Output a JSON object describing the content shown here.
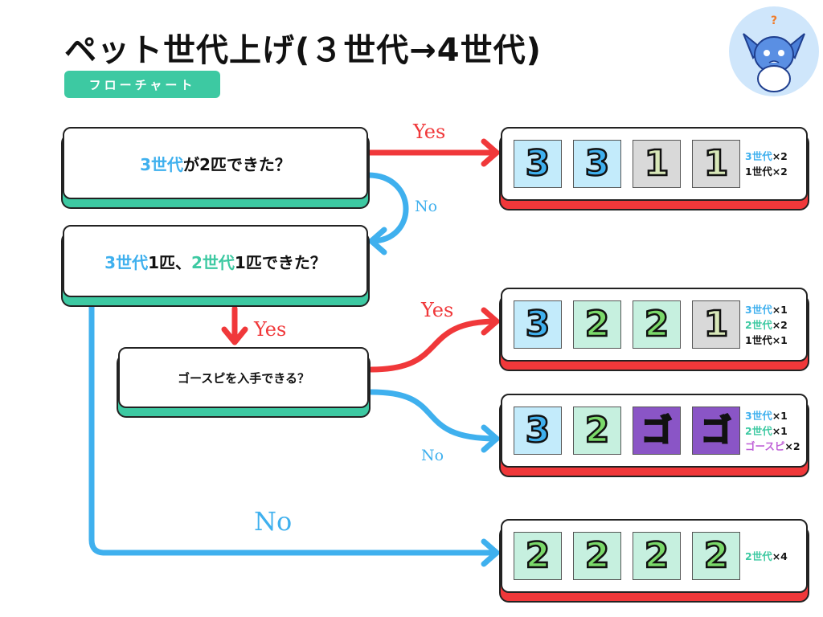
{
  "title": "ペット世代上げ(３世代→4世代)",
  "tag": "フローチャート",
  "colors": {
    "blue": "#3fb0ee",
    "green": "#3dc9a2",
    "red": "#f0383a",
    "purple": "#c062d8"
  },
  "questions": {
    "q1": {
      "a": "3世代",
      "b": "が2匹できた？"
    },
    "q2": {
      "a": "3世代",
      "b": "1匹、",
      "c": "2世代",
      "d": "1匹できた？"
    },
    "q3": "ゴースピを入手できる？"
  },
  "arrow_labels": {
    "yes1": "Yes",
    "no1": "No",
    "yes2": "Yes",
    "yes3": "Yes",
    "no3": "No",
    "no2": "No"
  },
  "results": [
    {
      "slots": [
        "3",
        "3",
        "1",
        "1"
      ],
      "counts": [
        {
          "label": "3世代",
          "mult": "×2"
        },
        {
          "label": "1世代",
          "mult": "×2"
        }
      ]
    },
    {
      "slots": [
        "3",
        "2",
        "2",
        "1"
      ],
      "counts": [
        {
          "label": "3世代",
          "mult": "×1"
        },
        {
          "label": "2世代",
          "mult": "×2"
        },
        {
          "label": "1世代",
          "mult": "×1"
        }
      ]
    },
    {
      "slots": [
        "3",
        "2",
        "ゴ",
        "ゴ"
      ],
      "counts": [
        {
          "label": "3世代",
          "mult": "×1"
        },
        {
          "label": "2世代",
          "mult": "×1"
        },
        {
          "label": "ゴースピ",
          "mult": "×2"
        }
      ]
    },
    {
      "slots": [
        "2",
        "2",
        "2",
        "2"
      ],
      "counts": [
        {
          "label": "2世代",
          "mult": "×4"
        }
      ]
    }
  ]
}
